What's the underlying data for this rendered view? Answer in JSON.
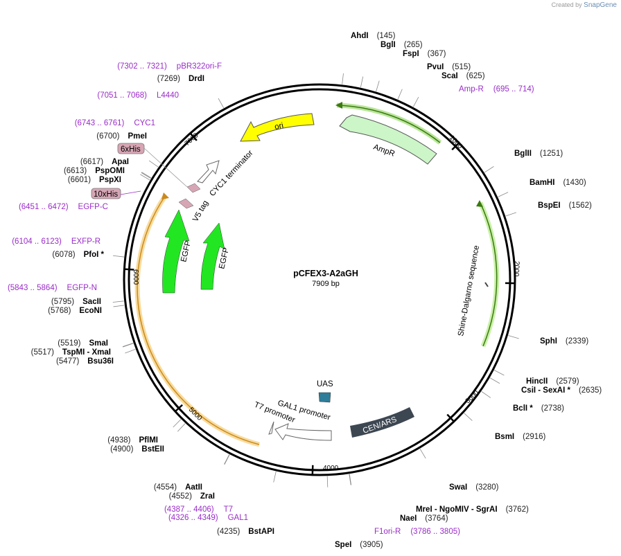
{
  "credit": {
    "prefix": "Created by",
    "brand": "SnapGene"
  },
  "map": {
    "name": "pCFEX3-A2aGH",
    "length_label": "7909 bp",
    "total_bp": 7909,
    "ticks": [
      {
        "bp": 1000,
        "label": "1000"
      },
      {
        "bp": 2000,
        "label": "2000"
      },
      {
        "bp": 3000,
        "label": "3000"
      },
      {
        "bp": 4000,
        "label": "4000"
      },
      {
        "bp": 5000,
        "label": "5000"
      },
      {
        "bp": 6000,
        "label": "6000"
      },
      {
        "bp": 7000,
        "label": "7000"
      }
    ]
  },
  "enzymes": [
    {
      "bp": 145,
      "name": "AhdI",
      "pos": "(145)"
    },
    {
      "bp": 265,
      "name": "BglI",
      "pos": "(265)"
    },
    {
      "bp": 367,
      "name": "FspI",
      "pos": "(367)"
    },
    {
      "bp": 515,
      "name": "PvuI",
      "pos": "(515)"
    },
    {
      "bp": 625,
      "name": "ScaI",
      "pos": "(625)"
    },
    {
      "bp": 1251,
      "name": "BglII",
      "pos": "(1251)"
    },
    {
      "bp": 1430,
      "name": "BamHI",
      "pos": "(1430)"
    },
    {
      "bp": 1562,
      "name": "BspEI",
      "pos": "(1562)"
    },
    {
      "bp": 2339,
      "name": "SphI",
      "pos": "(2339)"
    },
    {
      "bp": 2579,
      "name": "HincII",
      "pos": "(2579)"
    },
    {
      "bp": 2635,
      "name": "CsiI  - SexAI *",
      "pos": "(2635)"
    },
    {
      "bp": 2738,
      "name": "BclI *",
      "pos": "(2738)"
    },
    {
      "bp": 2916,
      "name": "BsmI",
      "pos": "(2916)"
    },
    {
      "bp": 3280,
      "name": "SwaI",
      "pos": "(3280)"
    },
    {
      "bp": 3762,
      "name": "MreI  - NgoMIV  - SgrAI",
      "pos": "(3762)"
    },
    {
      "bp": 3764,
      "name": "NaeI",
      "pos": "(3764)"
    },
    {
      "bp": 3905,
      "name": "SpeI",
      "pos": "(3905)"
    },
    {
      "bp": 4235,
      "name": "BstAPI",
      "pos": "(4235)"
    },
    {
      "bp": 4552,
      "name": "ZraI",
      "pos": "(4552)"
    },
    {
      "bp": 4554,
      "name": "AatII",
      "pos": "(4554)"
    },
    {
      "bp": 4900,
      "name": "BstEII",
      "pos": "(4900)"
    },
    {
      "bp": 4938,
      "name": "PflMI",
      "pos": "(4938)"
    },
    {
      "bp": 5477,
      "name": "Bsu36I",
      "pos": "(5477)"
    },
    {
      "bp": 5517,
      "name": "TspMI   - XmaI",
      "pos": "(5517)"
    },
    {
      "bp": 5519,
      "name": "SmaI",
      "pos": "(5519)"
    },
    {
      "bp": 5768,
      "name": "EcoNI",
      "pos": "(5768)"
    },
    {
      "bp": 5795,
      "name": "SacII",
      "pos": "(5795)"
    },
    {
      "bp": 6078,
      "name": "PfoI *",
      "pos": "(6078)"
    },
    {
      "bp": 6601,
      "name": "PspXI",
      "pos": "(6601)"
    },
    {
      "bp": 6613,
      "name": "PspOMI",
      "pos": "(6613)"
    },
    {
      "bp": 6617,
      "name": "ApaI",
      "pos": "(6617)"
    },
    {
      "bp": 6700,
      "name": "PmeI",
      "pos": "(6700)"
    },
    {
      "bp": 7269,
      "name": "DrdI",
      "pos": "(7269)"
    }
  ],
  "primers": [
    {
      "range": "(695 .. 714)",
      "name": "Amp-R"
    },
    {
      "range": "(3786 .. 3805)",
      "name": "F1ori-R"
    },
    {
      "range": "(4326 .. 4349)",
      "name": "GAL1"
    },
    {
      "range": "(4387 .. 4406)",
      "name": "T7"
    },
    {
      "range": "(5843 .. 5864)",
      "name": "EGFP-N"
    },
    {
      "range": "(6104 .. 6123)",
      "name": "EXFP-R"
    },
    {
      "range": "(6451 .. 6472)",
      "name": "EGFP-C"
    },
    {
      "range": "(6743 .. 6761)",
      "name": "CYC1"
    },
    {
      "range": "(7051 .. 7068)",
      "name": "L4440"
    },
    {
      "range": "(7302 .. 7321)",
      "name": "pBR322ori-F"
    }
  ],
  "features": [
    {
      "name": "ori",
      "color": "#ffff00"
    },
    {
      "name": "AmpR",
      "color": "#ccf5c8"
    },
    {
      "name": "Shine-Dalgarno sequence",
      "color": "#c9f0a8"
    },
    {
      "name": "CEN/ARS",
      "color": "#3d4752"
    },
    {
      "name": "UAS",
      "color": "#2e7d99"
    },
    {
      "name": "GAL1 promoter",
      "color": "#ffffff"
    },
    {
      "name": "T7 promoter",
      "color": "#ffffff"
    },
    {
      "name": "EGFP",
      "color": "#22e622"
    },
    {
      "name": "EGFP",
      "color": "#22e622"
    },
    {
      "name": "V5 tag",
      "color": "#d7a6b5"
    },
    {
      "name": "CYC1 terminator",
      "color": "#ffffff"
    },
    {
      "name": "6xHis",
      "color": "#d7a6b5"
    },
    {
      "name": "10xHis",
      "color": "#d7a6b5"
    }
  ]
}
